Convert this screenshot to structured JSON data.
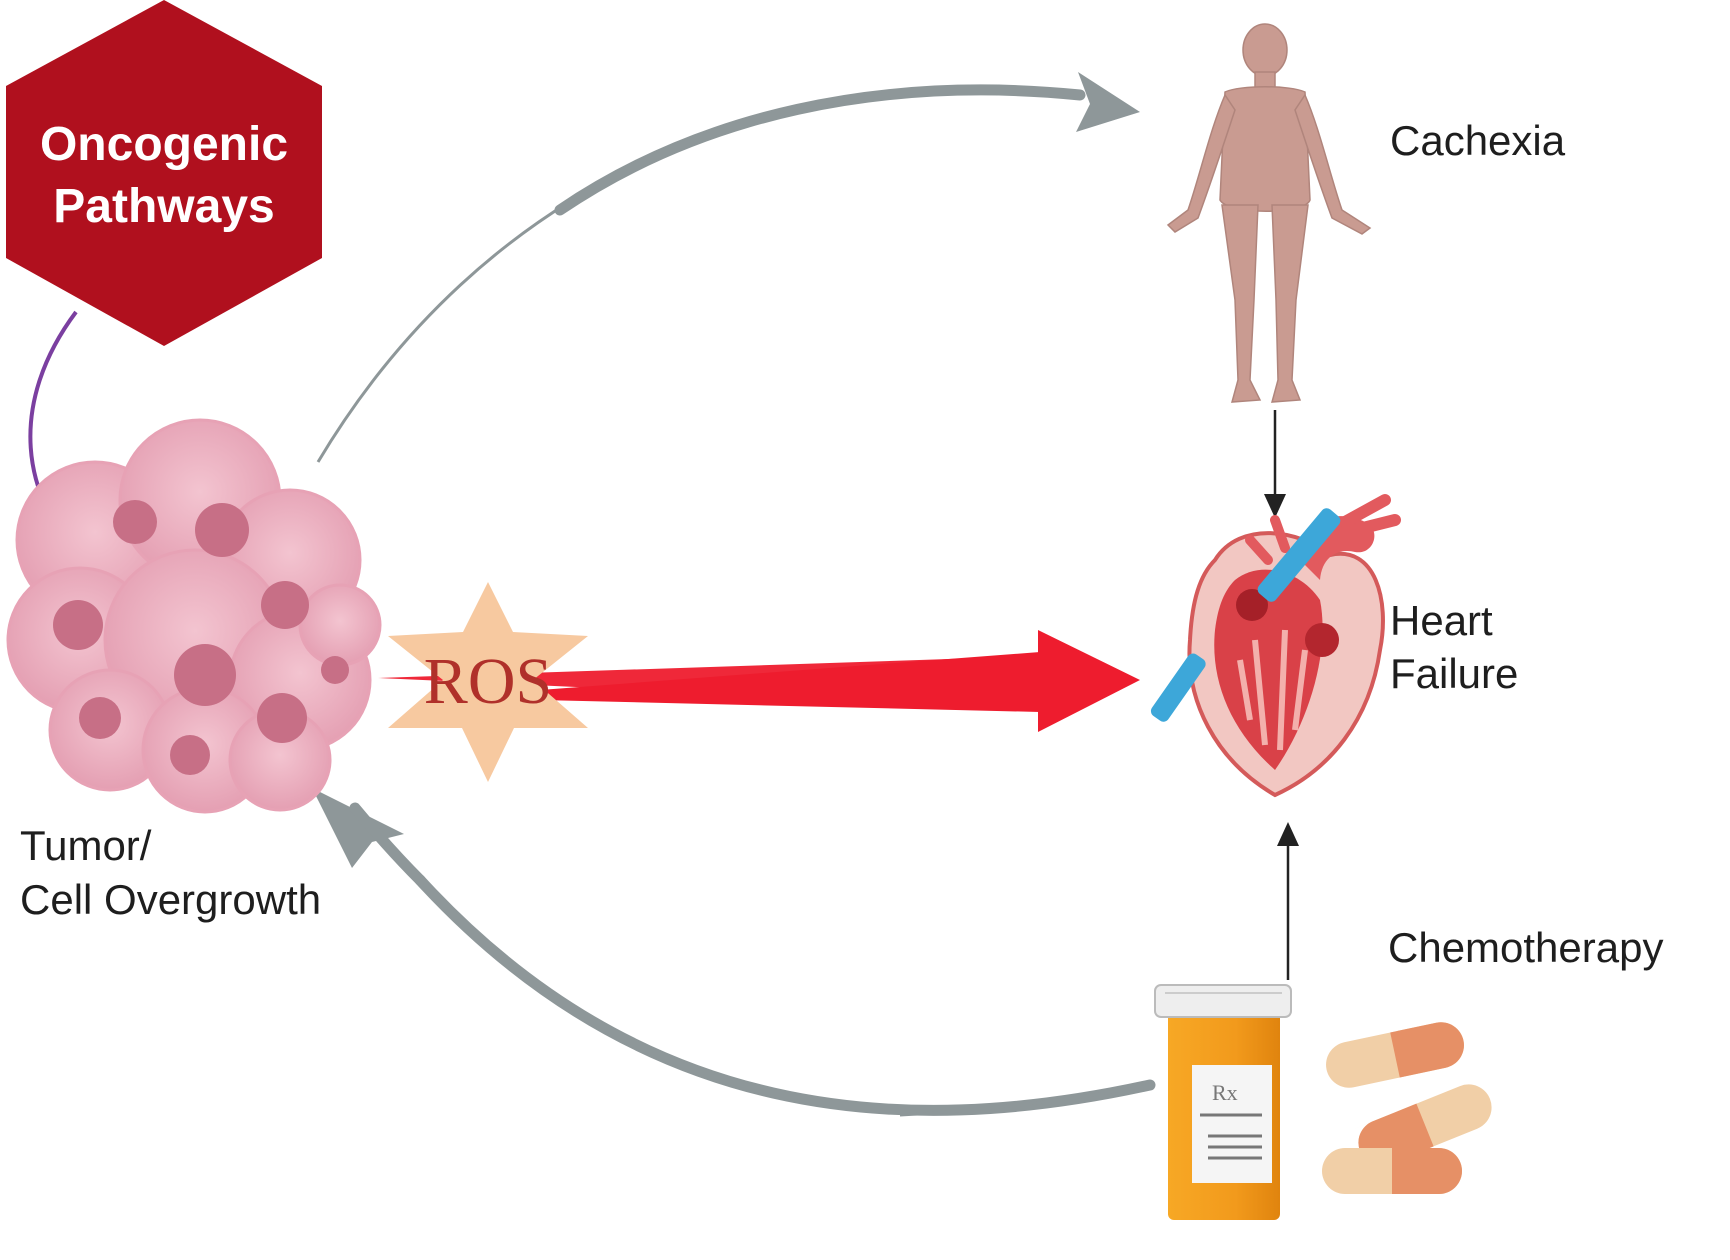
{
  "nodes": {
    "oncogenic": {
      "line1": "Oncogenic",
      "line2": "Pathways",
      "color": "#b0101e"
    },
    "tumor": {
      "line1": "Tumor/",
      "line2": "Cell Overgrowth"
    },
    "ros": {
      "label": "ROS"
    },
    "cachexia": {
      "label": "Cachexia"
    },
    "heart": {
      "line1": "Heart",
      "line2": "Failure"
    },
    "chemo": {
      "label": "Chemotherapy",
      "rx": "Rx"
    }
  },
  "colors": {
    "hexagon": "#b0101e",
    "tumor": "#e8a3b7",
    "ros_star": "#f7c9a0",
    "red_arrow": "#ee1c2e",
    "gray_arrow": "#8e9799",
    "purple_arrow": "#7b3fa0",
    "bottle": "#f39a1e",
    "body": "#c99b91"
  }
}
